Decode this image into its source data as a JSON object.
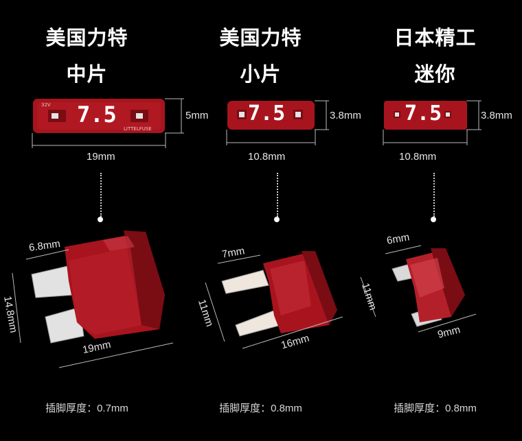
{
  "columns": [
    {
      "title_line1": "美国力特",
      "title_line2": "中片",
      "rating": "7.5",
      "side_dim": "5mm",
      "top_width": "19mm",
      "body_width": "19mm",
      "pin_width": "6.8mm",
      "height_dim": "14.8mm",
      "thickness": "插脚厚度：0.7mm"
    },
    {
      "title_line1": "美国力特",
      "title_line2": "小片",
      "rating": "7.5",
      "side_dim": "3.8mm",
      "top_width": "10.8mm",
      "body_width": "16mm",
      "pin_width": "7mm",
      "height_dim": "11mm",
      "thickness": "插脚厚度：0.8mm"
    },
    {
      "title_line1": "日本精工",
      "title_line2": "迷你",
      "rating": "7.5",
      "side_dim": "3.8mm",
      "top_width": "10.8mm",
      "body_width": "9mm",
      "pin_width": "6mm",
      "height_dim": "11mm",
      "thickness": "插脚厚度：0.8mm"
    }
  ],
  "colors": {
    "fuse_red": "#a8141e",
    "fuse_dark": "#6e0a12",
    "terminal": "#d8d8d8",
    "background": "#000000"
  }
}
